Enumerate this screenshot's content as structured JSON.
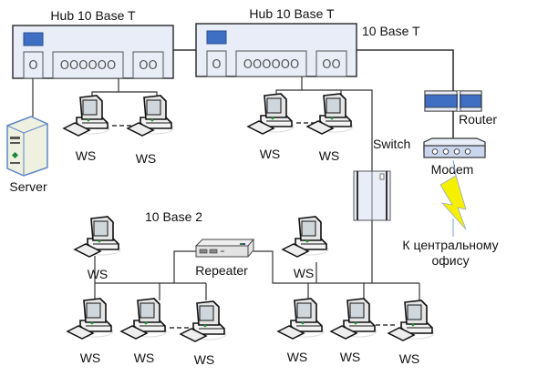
{
  "diagram": {
    "hub_left_label": "Hub 10 Base T",
    "hub_right_label": "Hub 10 Base T",
    "backbone_label": "10 Base T",
    "hub_ports": {
      "single": "O",
      "group": "OOOOOO",
      "double": "OO"
    },
    "server_label": "Server",
    "router_label": "Router",
    "modem_label": "Modem",
    "switch_label": "Switch",
    "coax_label": "10 Base 2",
    "repeater_label": "Repeater",
    "central_office_label_line1": "К центральному",
    "central_office_label_line2": "офису",
    "ws_label": "WS",
    "workstations": [
      {
        "id": "ws-hub1-a",
        "label": "WS"
      },
      {
        "id": "ws-hub1-b",
        "label": "WS"
      },
      {
        "id": "ws-hub2-a",
        "label": "WS"
      },
      {
        "id": "ws-hub2-b",
        "label": "WS"
      },
      {
        "id": "ws-coax-left-top",
        "label": "WS"
      },
      {
        "id": "ws-coax-left-1",
        "label": "WS"
      },
      {
        "id": "ws-coax-left-2",
        "label": "WS"
      },
      {
        "id": "ws-coax-left-3",
        "label": "WS"
      },
      {
        "id": "ws-coax-right-top",
        "label": "WS"
      },
      {
        "id": "ws-coax-right-1",
        "label": "WS"
      },
      {
        "id": "ws-coax-right-2",
        "label": "WS"
      },
      {
        "id": "ws-coax-right-3",
        "label": "WS"
      }
    ],
    "colors": {
      "hub_fill": "#e8edf7",
      "hub_indicator": "#3f6fc2",
      "router_fill": "#3f6fc2",
      "modem_fill": "#c9d6ee",
      "lightning": "#f5f000",
      "wire": "#333333"
    }
  }
}
